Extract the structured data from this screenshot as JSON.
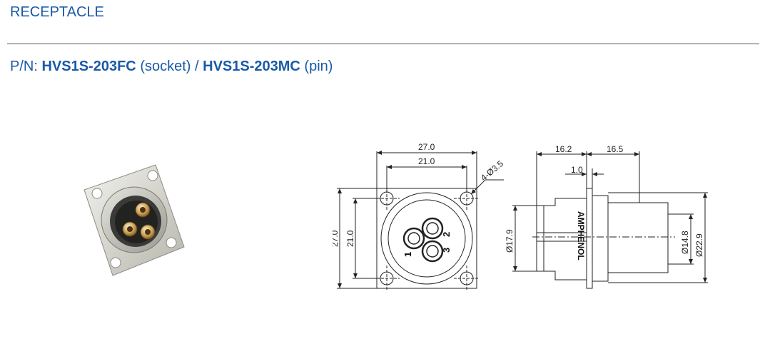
{
  "header": {
    "title": "RECEPTACLE"
  },
  "part": {
    "prefix": "P/N:",
    "socket_pn": "HVS1S-203FC",
    "socket_desc": "(socket)",
    "separator": "/",
    "pin_pn": "HVS1S-203MC",
    "pin_desc": "(pin)"
  },
  "drawing": {
    "front": {
      "width_overall": "27.0",
      "hole_spacing_h": "21.0",
      "height_overall": "27.0",
      "hole_spacing_v": "21.0",
      "hole_callout": "4-Ø3.5",
      "pins": [
        "1",
        "2",
        "3"
      ]
    },
    "side": {
      "length_rear": "16.2",
      "length_front": "16.5",
      "flange_thickness": "1.0",
      "dia_rear": "Ø17.9",
      "dia_shell": "Ø14.8",
      "dia_flange": "Ø22.9",
      "brand": "AMPHENOL"
    }
  },
  "colors": {
    "accent": "#1a5aa6",
    "rule": "#555555"
  }
}
